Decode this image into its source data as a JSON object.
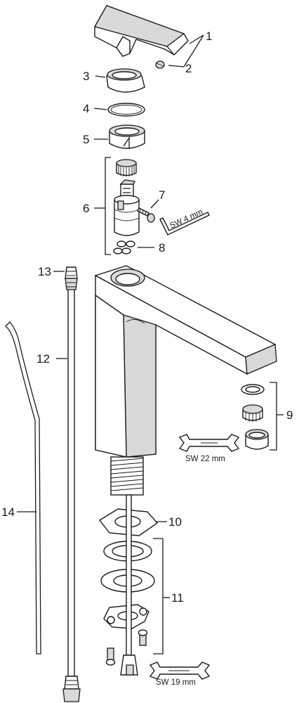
{
  "callouts": {
    "c1": "1",
    "c2": "2",
    "c3": "3",
    "c4": "4",
    "c5": "5",
    "c6": "6",
    "c7": "7",
    "c8": "8",
    "c9": "9",
    "c10": "10",
    "c11": "11",
    "c12": "12",
    "c13": "13",
    "c14": "14"
  },
  "specs": {
    "hex_key": "SW 4 mm",
    "wrench_aerator": "SW 22 mm",
    "wrench_hose": "SW 19 mm"
  }
}
